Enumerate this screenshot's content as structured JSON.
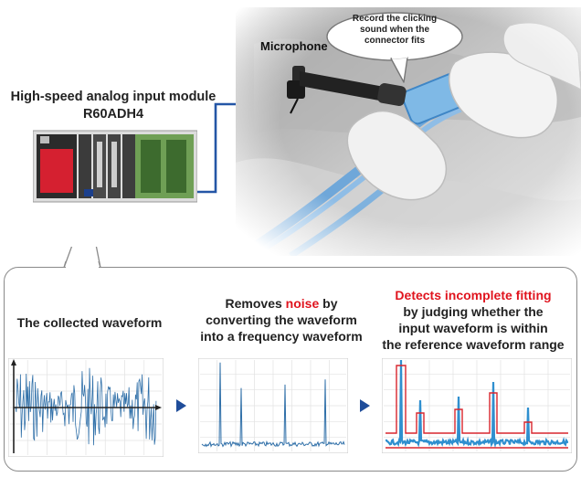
{
  "module": {
    "title_line1": "High-speed analog input module",
    "title_line2": "R60ADH4"
  },
  "microphone": {
    "label": "Microphone"
  },
  "speech_bubble": {
    "line1": "Record the clicking",
    "line2": "sound when the",
    "line3": "connector fits"
  },
  "steps": {
    "collected": {
      "label": "The collected waveform"
    },
    "noise": {
      "line1_prefix": "Removes ",
      "line1_highlight": "noise",
      "line1_suffix": " by",
      "line2": "converting the waveform",
      "line3": "into a frequency waveform"
    },
    "detect": {
      "line1_highlight": "Detects incomplete fitting",
      "line2": "by judging whether the",
      "line3": "input waveform is within",
      "line4": "the reference waveform range"
    }
  },
  "colors": {
    "highlight": "#e0141e",
    "arrow": "#1f4d9a",
    "waveform": "#2f6fa8",
    "reference_range": "#d8262e",
    "connection_line": "#2456a6"
  }
}
